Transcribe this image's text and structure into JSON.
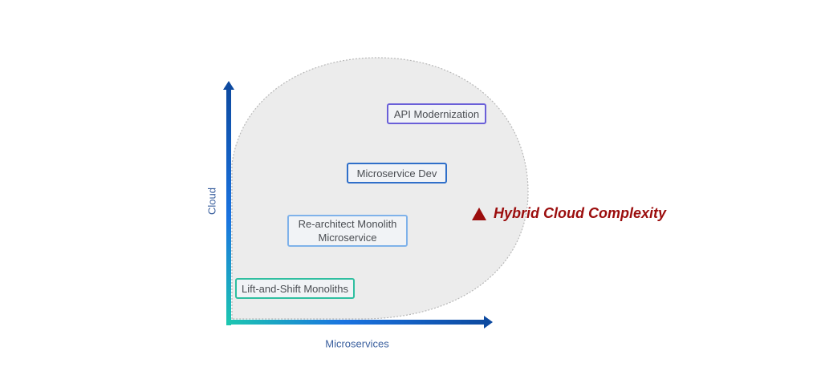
{
  "diagram": {
    "axes": {
      "y_label": "Cloud",
      "x_label": "Microservices"
    },
    "region": {
      "name": "hybrid-cloud-region",
      "fill": "#ececec",
      "border": "#b8b8b8"
    },
    "callout": {
      "label": "Hybrid Cloud Complexity",
      "icon": "triangle-warning-icon",
      "color": "#9b0d0d"
    },
    "nodes": [
      {
        "label": "API Modernization",
        "border": "#6a5fd8"
      },
      {
        "label": "Microservice Dev",
        "border": "#2f6fc9"
      },
      {
        "label": "Re-architect Monolith Microservice",
        "line1": "Re-architect Monolith",
        "line2": "Microservice",
        "border": "#7fb2ea"
      },
      {
        "label": "Lift-and-Shift Monoliths",
        "border": "#2fbfa0"
      }
    ],
    "gradient": {
      "start": "#1cc7b0",
      "mid": "#1a73e0",
      "end": "#0d4aa0"
    }
  }
}
